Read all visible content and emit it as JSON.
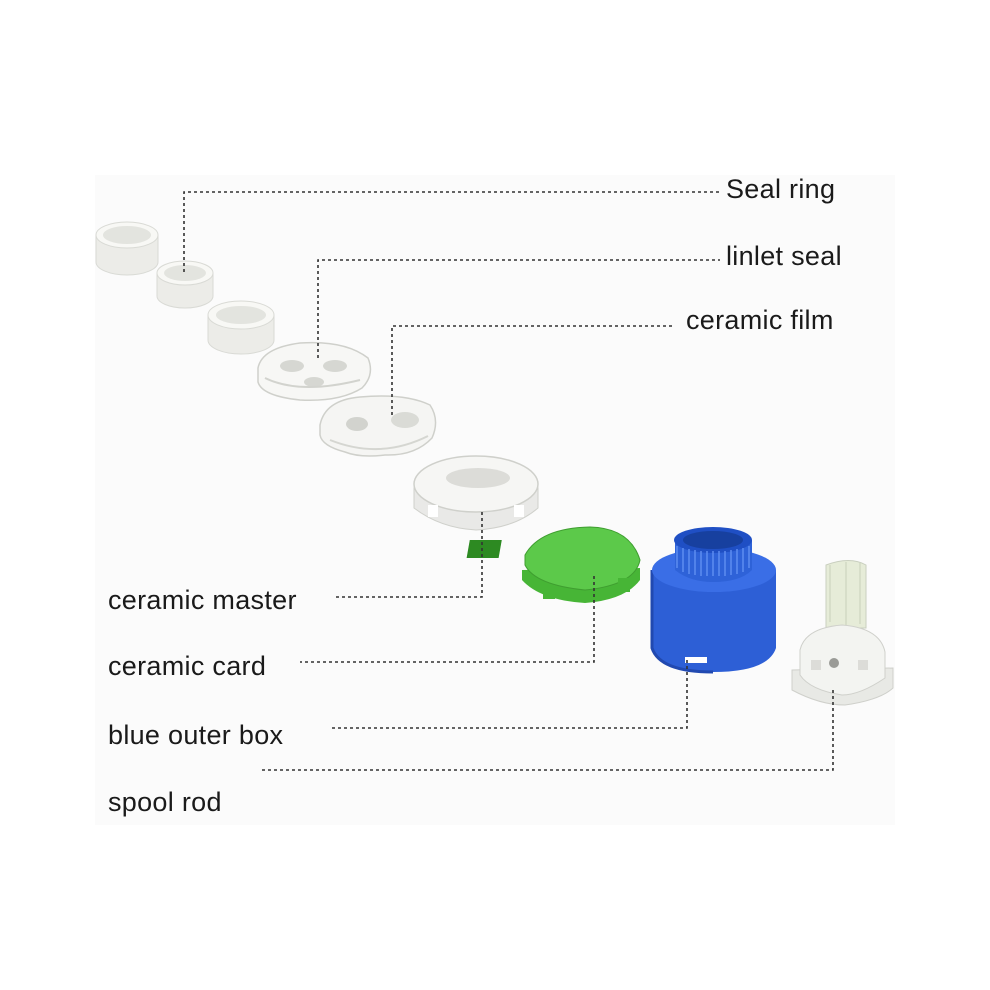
{
  "labels": {
    "seal_ring": "Seal ring",
    "inlet_seal": "linlet seal",
    "ceramic_film": "ceramic film",
    "ceramic_master": "ceramic master",
    "ceramic_card": "ceramic card",
    "blue_outer_box": "blue outer box",
    "spool_rod": "spool rod"
  },
  "colors": {
    "background": "#ffffff",
    "seal_white": "#f3f4f1",
    "ceramic_white": "#f7f7f7",
    "green_card": "#5cc94a",
    "blue_box": "#2d5fd6",
    "spool_white": "#eef0ec"
  }
}
